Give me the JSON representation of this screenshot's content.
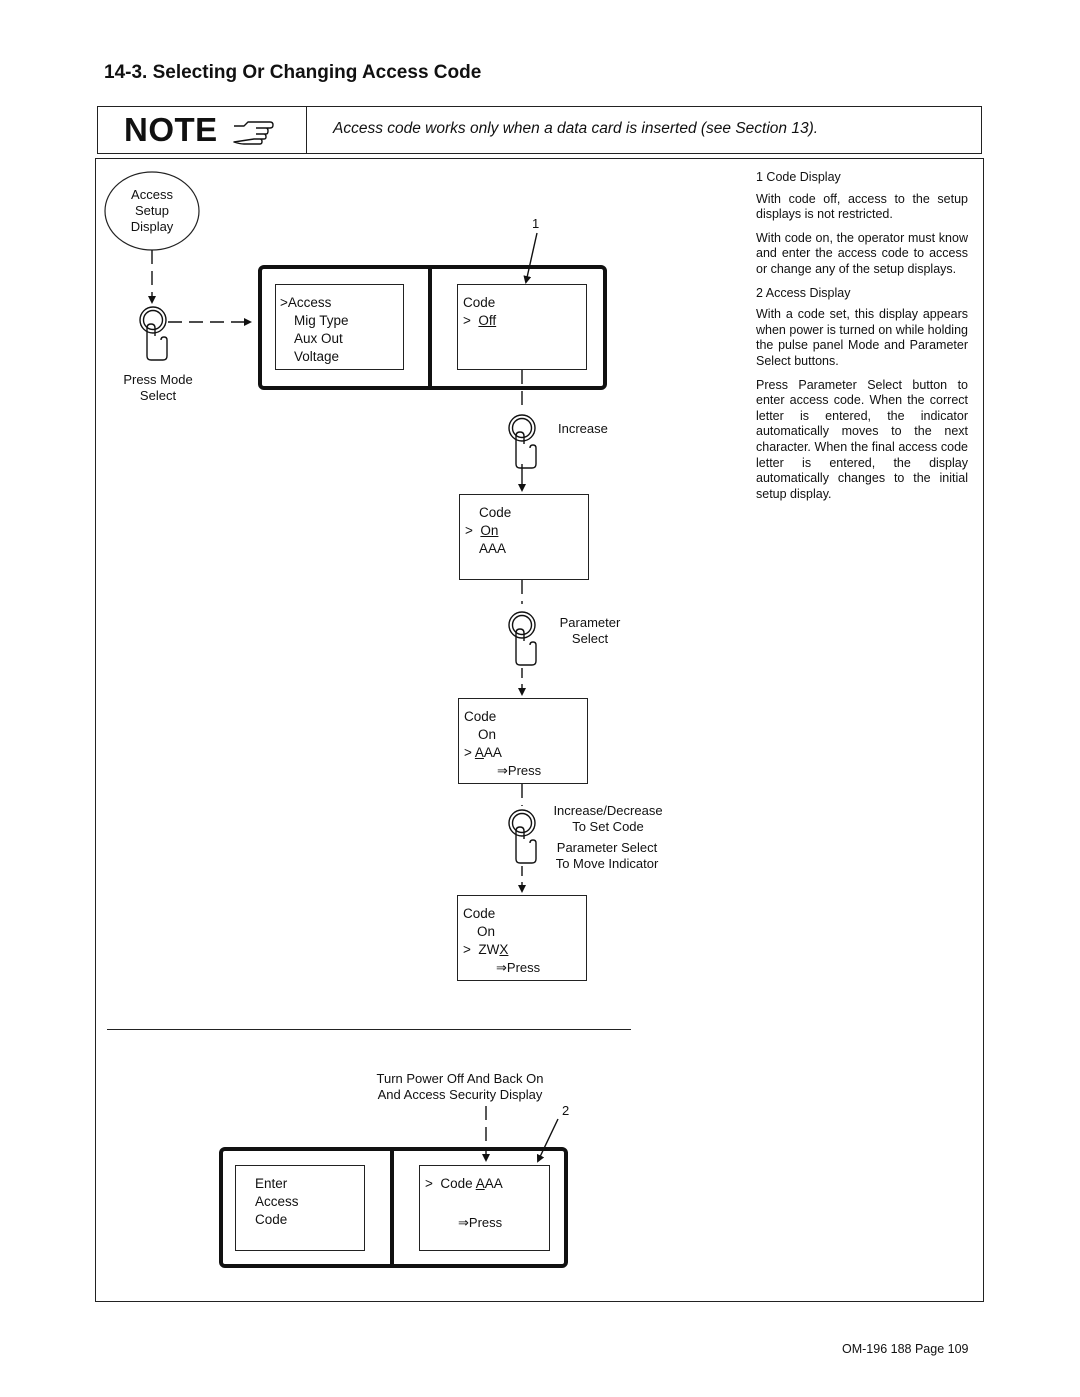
{
  "page": {
    "section_title": "14-3.  Selecting Or Changing Access Code",
    "footer": "OM-196 188 Page 109"
  },
  "note": {
    "word": "NOTE",
    "icon": "pointing-hand-icon",
    "text": "Access code works only when a data card is inserted (see Section 13)."
  },
  "diagram": {
    "start_label": [
      "Access",
      "Setup",
      "Display"
    ],
    "press_mode_select": [
      "Press Mode",
      "Select"
    ],
    "menu_screen": [
      ">Access",
      "Mig Type",
      "Aux Out",
      "Voltage"
    ],
    "code_screen_1": {
      "line1": "Code",
      "prefix": ">",
      "value": "Off"
    },
    "callout_1": "1",
    "increase_label": "Increase",
    "code_screen_2": {
      "line1": "Code",
      "prefix": ">",
      "value": "On",
      "line3": "AAA"
    },
    "parameter_select_label": [
      "Parameter",
      "Select"
    ],
    "code_screen_3": {
      "line1": "Code",
      "line2": "On",
      "prefix": ">",
      "code_first": "A",
      "code_rest": "AA",
      "press": "⇒Press"
    },
    "inc_dec_label": [
      "Increase/Decrease",
      "To Set Code"
    ],
    "param_move_label": [
      "Parameter Select",
      "To Move Indicator"
    ],
    "code_screen_4": {
      "line1": "Code",
      "line2": "On",
      "prefix": ">",
      "code_rest": "ZW",
      "code_last": "X",
      "press": "⇒Press"
    },
    "power_label": [
      "Turn Power Off And Back On",
      "And Access Security Display"
    ],
    "callout_2": "2",
    "enter_screen": [
      "Enter",
      "Access",
      "Code"
    ],
    "security_screen": {
      "prefix": ">",
      "code_label": "Code",
      "code_first": "A",
      "code_rest": "AA",
      "press": "⇒Press"
    }
  },
  "descriptions": {
    "item1_heading": "1    Code Display",
    "item1_p1": "With code off, access to the setup displays is not restricted.",
    "item1_p2": "With code on, the operator must know and enter the access code to access or change any of the setup displays.",
    "item2_heading": "2    Access Display",
    "item2_p1": "With a code set, this display appears when power is turned on while holding the pulse panel Mode and Parameter Select buttons.",
    "item2_p2": "Press Parameter Select button to enter access code. When the correct letter is entered, the indicator automatically moves to the next character. When the final access code letter is entered, the display automatically changes to the initial setup display."
  }
}
